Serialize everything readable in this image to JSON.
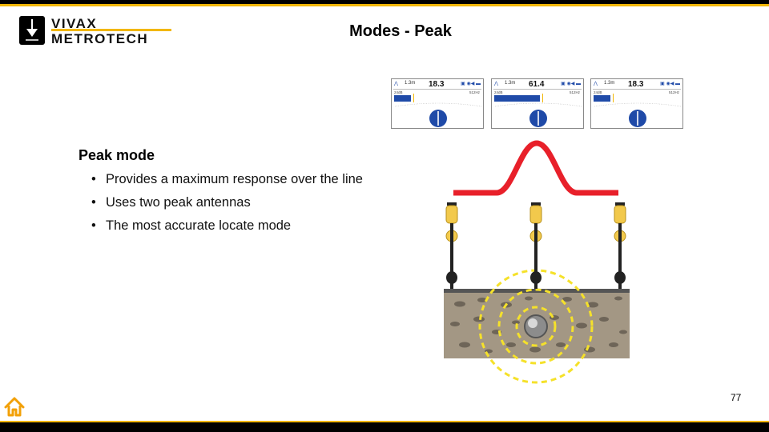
{
  "logo": {
    "line1": "VIVAX",
    "line2": "METROTECH"
  },
  "slide": {
    "title": "Modes - Peak",
    "page_number": "77"
  },
  "content": {
    "heading": "Peak mode",
    "bullets": [
      "Provides a maximum response over the line",
      "Uses two peak antennas",
      "The most accurate locate mode"
    ]
  },
  "screens": [
    {
      "depth": "1.3m",
      "value": "18.3",
      "gain": "24dB",
      "freq": "512Hz",
      "level": 0.19
    },
    {
      "depth": "1.3m",
      "value": "61.4",
      "gain": "24dB",
      "freq": "512Hz",
      "level": 0.52
    },
    {
      "depth": "1.3m",
      "value": "18.3",
      "gain": "24dB",
      "freq": "512Hz",
      "level": 0.19
    }
  ],
  "colors": {
    "accent": "#f2b705",
    "signal_curve": "#e8202a",
    "display_blue": "#1f4aa8",
    "soil": "#a39784",
    "field_lines": "#f5e12a"
  },
  "icons": {
    "home": "home-icon",
    "logo": "locator-logo-icon"
  }
}
